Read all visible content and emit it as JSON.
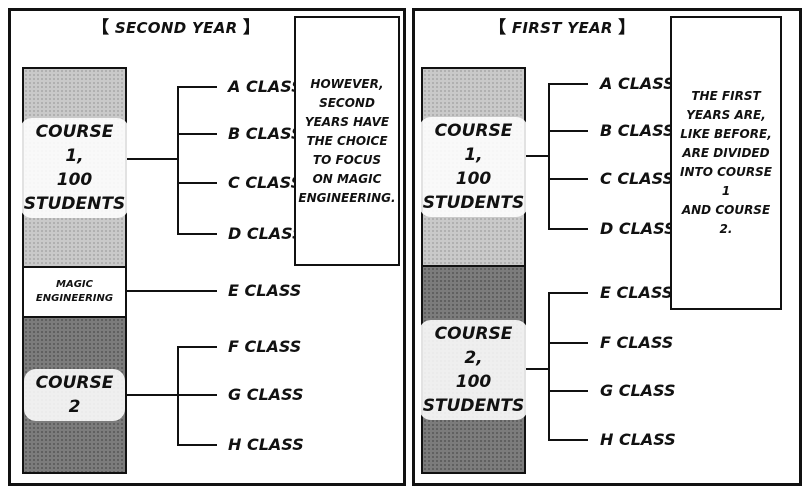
{
  "left_panel": {
    "title": "SECOND YEAR",
    "blocks": {
      "course1": "COURSE 1,\n100\nSTUDENTS",
      "magic": "MAGIC\nENGINEERING",
      "course2": "COURSE 2"
    },
    "classes": [
      "A CLASS",
      "B CLASS",
      "C CLASS",
      "D CLASS",
      "E CLASS",
      "F CLASS",
      "G CLASS",
      "H CLASS"
    ],
    "note": "HOWEVER,\nSECOND\nYEARS HAVE\nTHE CHOICE\nTO FOCUS\nON MAGIC\nENGINEERING."
  },
  "right_panel": {
    "title": "FIRST YEAR",
    "blocks": {
      "course1": "COURSE 1,\n100\nSTUDENTS",
      "course2": "COURSE 2,\n100\nSTUDENTS"
    },
    "classes": [
      "A CLASS",
      "B CLASS",
      "C CLASS",
      "D CLASS",
      "E CLASS",
      "F CLASS",
      "G CLASS",
      "H CLASS"
    ],
    "note": "THE FIRST\nYEARS ARE,\nLIKE BEFORE,\nARE DIVIDED\nINTO COURSE 1\nAND COURSE 2."
  },
  "colors": {
    "light_block": "#c9c9c9",
    "dark_block": "#7c7c7c",
    "ink": "#111111"
  }
}
